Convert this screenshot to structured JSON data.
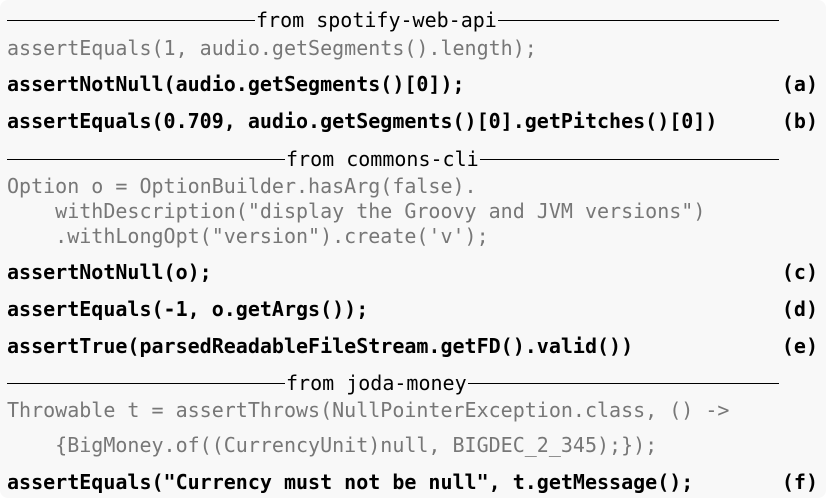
{
  "sections": [
    {
      "header": "from spotify-web-api",
      "context": [
        "assertEquals(1, audio.getSegments().length);"
      ],
      "asserts": [
        {
          "code": "assertNotNull(audio.getSegments()[0]);",
          "tag": "(a)"
        },
        {
          "code": "assertEquals(0.709, audio.getSegments()[0].getPitches()[0])",
          "tag": "(b)"
        }
      ]
    },
    {
      "header": "from commons-cli",
      "context": [
        "Option o = OptionBuilder.hasArg(false).",
        "    withDescription(\"display the Groovy and JVM versions\")",
        "    .withLongOpt(\"version\").create('v');"
      ],
      "asserts": [
        {
          "code": "assertNotNull(o);",
          "tag": "(c)"
        },
        {
          "code": "assertEquals(-1, o.getArgs());",
          "tag": "(d)"
        },
        {
          "code": "assertTrue(parsedReadableFileStream.getFD().valid())",
          "tag": "(e)"
        }
      ]
    },
    {
      "header": "from joda-money",
      "context": [
        "Throwable t = assertThrows(NullPointerException.class, () ->",
        "    {BigMoney.of((CurrencyUnit)null, BIGDEC_2_345);});"
      ],
      "asserts": [
        {
          "code": "assertEquals(\"Currency must not be null\", t.getMessage();",
          "tag": "(f)"
        }
      ]
    }
  ]
}
